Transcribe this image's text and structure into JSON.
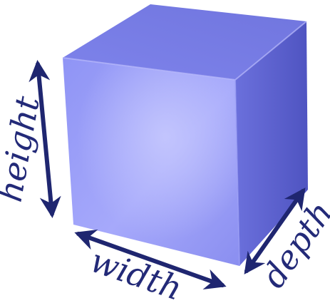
{
  "diagram": {
    "labels": {
      "height": "height",
      "width": "width",
      "depth": "depth"
    },
    "colors": {
      "cube_front": "#8c8ff2",
      "cube_top": "#7f83ea",
      "cube_side": "#5d61cf",
      "arrow": "#1f2670",
      "label": "#232a78"
    }
  }
}
